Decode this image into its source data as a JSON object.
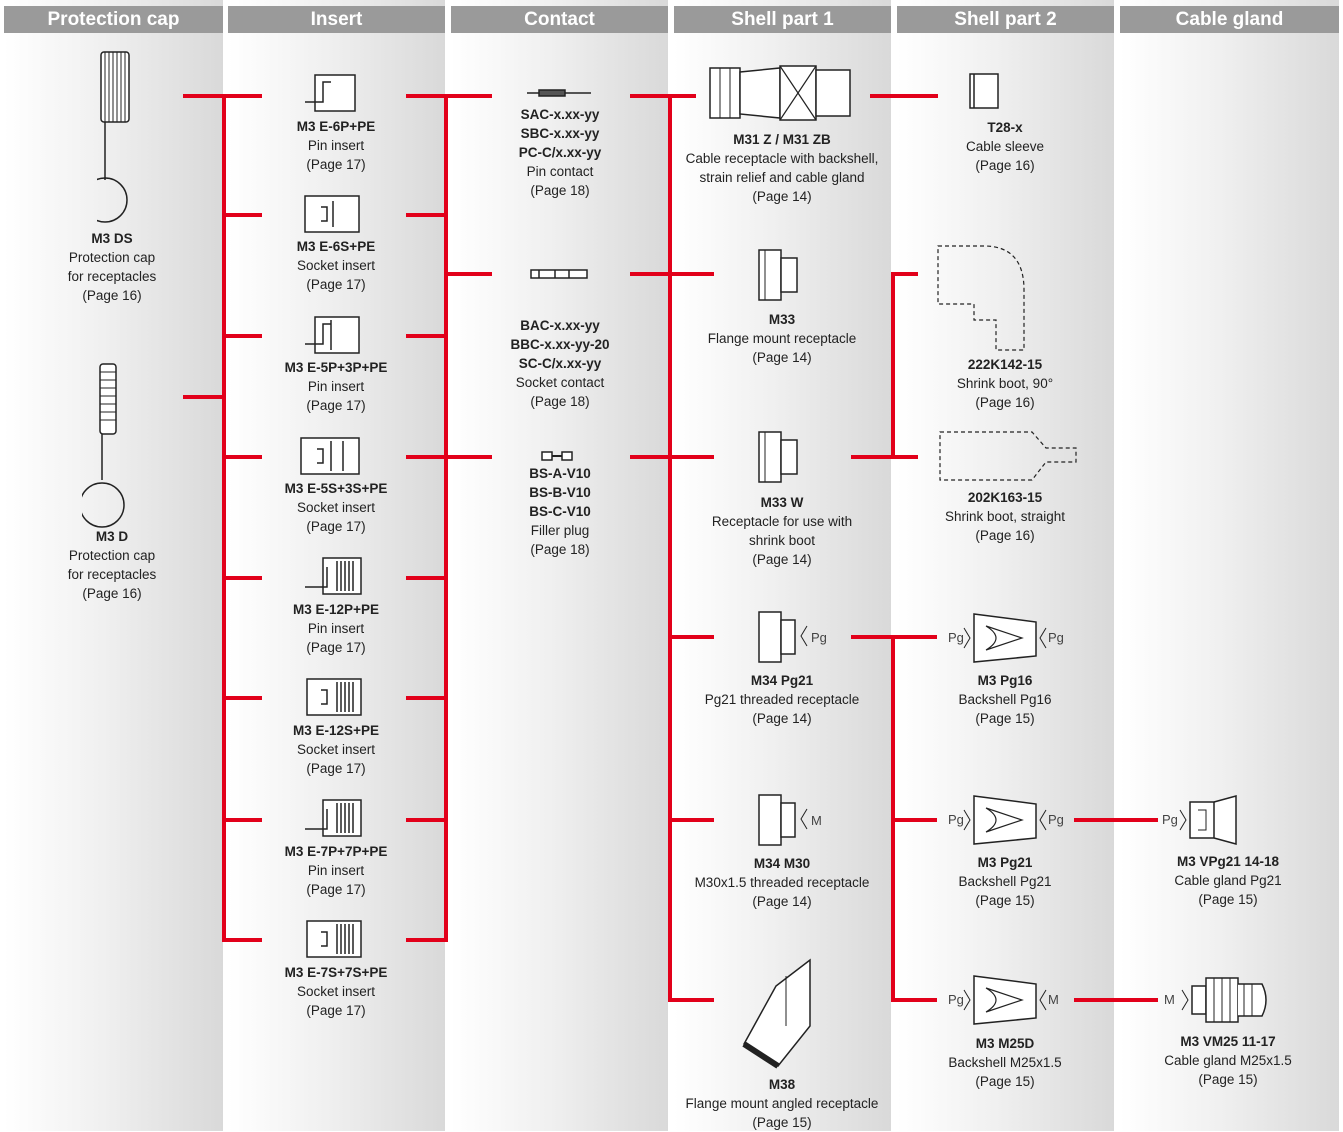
{
  "headers": [
    "Protection cap",
    "Insert",
    "Contact",
    "Shell part 1",
    "Shell part 2",
    "Cable gland"
  ],
  "colors": {
    "line": "#e2001a",
    "header": "#9a9a9a",
    "text": "#222222"
  },
  "items": [
    {
      "id": "m3ds",
      "lines": [
        "M3 DS",
        "Protection cap",
        "for receptacles",
        "(Page 16)"
      ]
    },
    {
      "id": "m3d",
      "lines": [
        "M3 D",
        "Protection cap",
        "for receptacles",
        "(Page 16)"
      ]
    },
    {
      "id": "e6p",
      "lines": [
        "M3 E-6P+PE",
        "Pin insert",
        "(Page 17)"
      ]
    },
    {
      "id": "e6s",
      "lines": [
        "M3 E-6S+PE",
        "Socket insert",
        "(Page 17)"
      ]
    },
    {
      "id": "e5p",
      "lines": [
        "M3 E-5P+3P+PE",
        "Pin insert",
        "(Page 17)"
      ]
    },
    {
      "id": "e5s",
      "lines": [
        "M3 E-5S+3S+PE",
        "Socket insert",
        "(Page 17)"
      ]
    },
    {
      "id": "e12p",
      "lines": [
        "M3 E-12P+PE",
        "Pin insert",
        "(Page 17)"
      ]
    },
    {
      "id": "e12s",
      "lines": [
        "M3 E-12S+PE",
        "Socket insert",
        "(Page 17)"
      ]
    },
    {
      "id": "e7p",
      "lines": [
        "M3 E-7P+7P+PE",
        "Pin insert",
        "(Page 17)"
      ]
    },
    {
      "id": "e7s",
      "lines": [
        "M3 E-7S+7S+PE",
        "Socket insert",
        "(Page 17)"
      ]
    },
    {
      "id": "pin",
      "lines": [
        "SAC-x.xx-yy",
        "SBC-x.xx-yy",
        "PC-C/x.xx-yy",
        "Pin contact",
        "(Page 18)"
      ],
      "bold": 3
    },
    {
      "id": "sock",
      "lines": [
        "BAC-x.xx-yy",
        "BBC-x.xx-yy-20",
        "SC-C/x.xx-yy",
        "Socket contact",
        "(Page 18)"
      ],
      "bold": 3
    },
    {
      "id": "fill",
      "lines": [
        "BS-A-V10",
        "BS-B-V10",
        "BS-C-V10",
        "Filler plug",
        "(Page 18)"
      ],
      "bold": 3
    },
    {
      "id": "m31",
      "lines": [
        "M31 Z / M31 ZB",
        "Cable receptacle with backshell,",
        "strain relief and cable gland",
        "(Page 14)"
      ]
    },
    {
      "id": "m33",
      "lines": [
        "M33",
        "Flange mount receptacle",
        "(Page 14)"
      ]
    },
    {
      "id": "m33w",
      "lines": [
        "M33 W",
        "Receptacle for use with",
        "shrink boot",
        "(Page 14)"
      ]
    },
    {
      "id": "m34pg",
      "lines": [
        "M34 Pg21",
        "Pg21 threaded receptacle",
        "(Page 14)"
      ]
    },
    {
      "id": "m34m",
      "lines": [
        "M34 M30",
        "M30x1.5 threaded receptacle",
        "(Page 14)"
      ]
    },
    {
      "id": "m38",
      "lines": [
        "M38",
        "Flange mount angled receptacle",
        "(Page 15)"
      ]
    },
    {
      "id": "t28",
      "lines": [
        "T28-x",
        "Cable sleeve",
        "(Page 16)"
      ]
    },
    {
      "id": "b90",
      "lines": [
        "222K142-15",
        "Shrink boot, 90°",
        "(Page 16)"
      ]
    },
    {
      "id": "bst",
      "lines": [
        "202K163-15",
        "Shrink boot, straight",
        "(Page 16)"
      ]
    },
    {
      "id": "bpg16",
      "lines": [
        "M3 Pg16",
        "Backshell Pg16",
        "(Page 15)"
      ]
    },
    {
      "id": "bpg21",
      "lines": [
        "M3 Pg21",
        "Backshell Pg21",
        "(Page 15)"
      ]
    },
    {
      "id": "bm25",
      "lines": [
        "M3 M25D",
        "Backshell M25x1.5",
        "(Page 15)"
      ]
    },
    {
      "id": "cg21",
      "lines": [
        "M3 VPg21 14-18",
        "Cable gland Pg21",
        "(Page 15)"
      ]
    },
    {
      "id": "cg25",
      "lines": [
        "M3 VM25 11-17",
        "Cable gland M25x1.5",
        "(Page 15)"
      ]
    }
  ],
  "thread_marks": {
    "pg": "Pg",
    "m": "M"
  }
}
